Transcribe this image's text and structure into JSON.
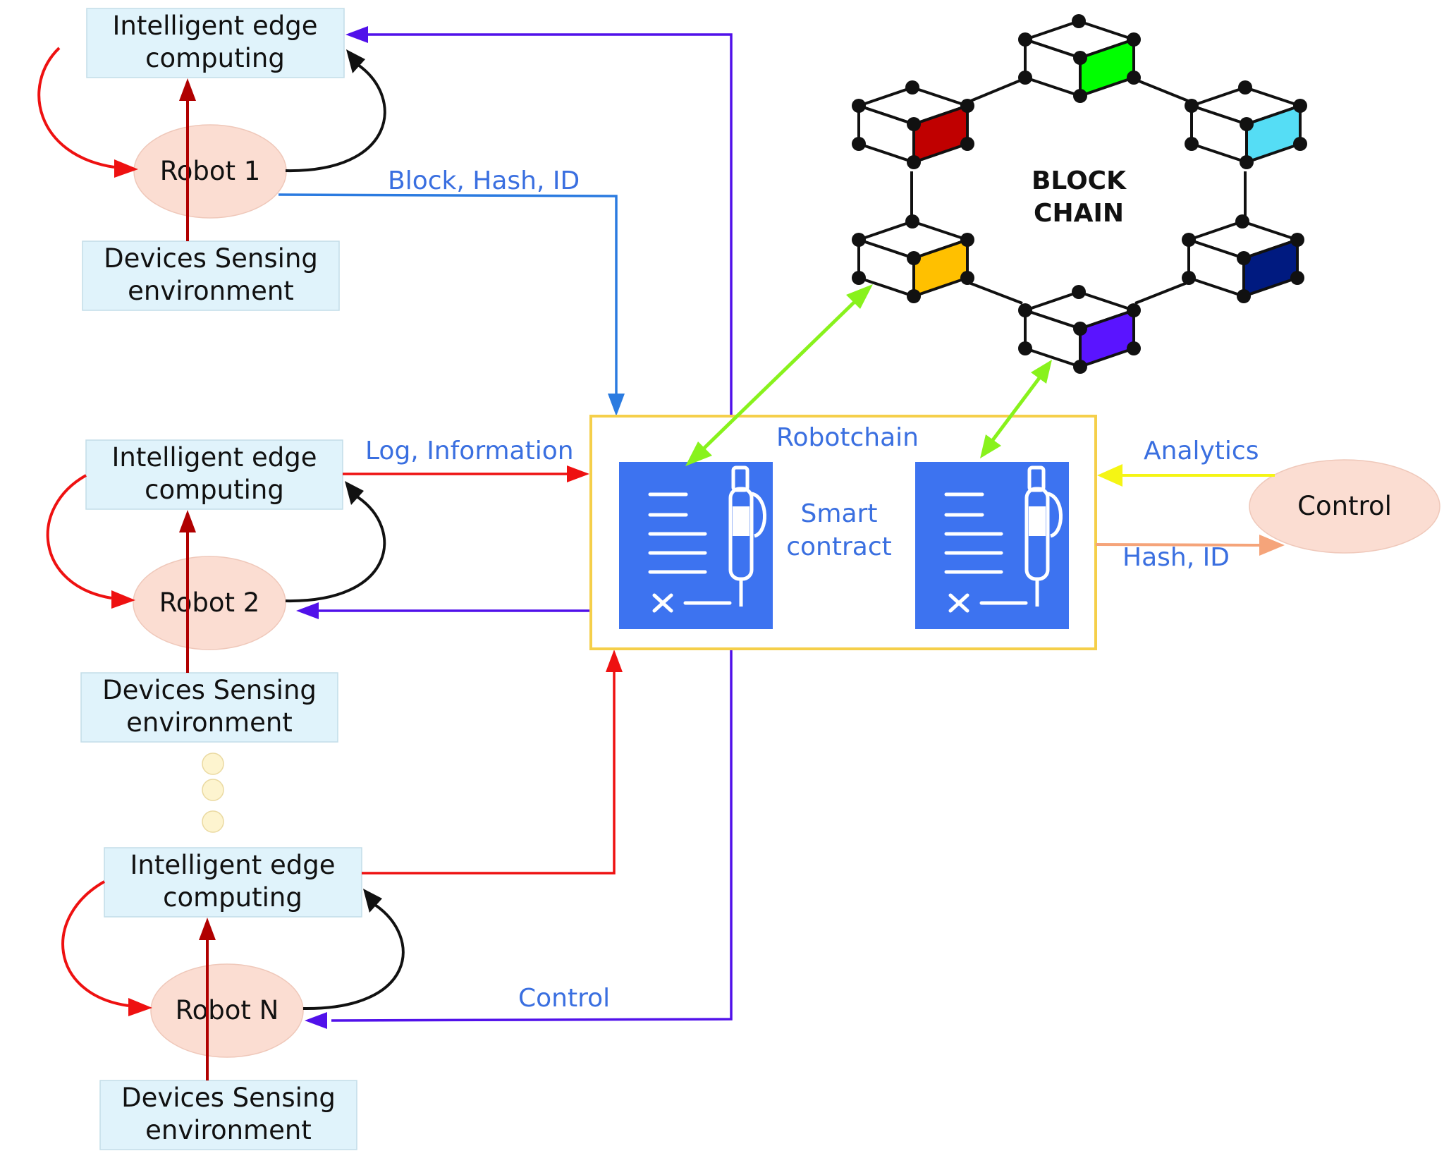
{
  "groups": [
    {
      "edge": [
        "Intelligent edge",
        "computing"
      ],
      "robot": "Robot 1",
      "devices": [
        "Devices Sensing",
        "environment"
      ]
    },
    {
      "edge": [
        "Intelligent edge",
        "computing"
      ],
      "robot": "Robot 2",
      "devices": [
        "Devices Sensing",
        "environment"
      ]
    },
    {
      "edge": [
        "Intelligent edge",
        "computing"
      ],
      "robot": "Robot N",
      "devices": [
        "Devices Sensing",
        "environment"
      ]
    }
  ],
  "labels": {
    "block_hash_id": "Block, Hash, ID",
    "log_information": "Log, Information",
    "control_arrow": "Control",
    "analytics": "Analytics",
    "hash_id": "Hash, ID"
  },
  "robotchain": {
    "title": "Robotchain",
    "smart_contract": [
      "Smart",
      "contract"
    ]
  },
  "control_node": "Control",
  "blockchain": [
    "BLOCK",
    "CHAIN"
  ],
  "colors": {
    "block_faces": [
      "#00ff00",
      "#c00000",
      "#55ddf5",
      "#ffc000",
      "#001a80",
      "#5a14ff"
    ],
    "edge_box": "#e0f3fb",
    "robot_ellipse": "#fbddd2",
    "contract_icon": "#3d73f0",
    "robotchain_border": "#f5cf4a"
  }
}
